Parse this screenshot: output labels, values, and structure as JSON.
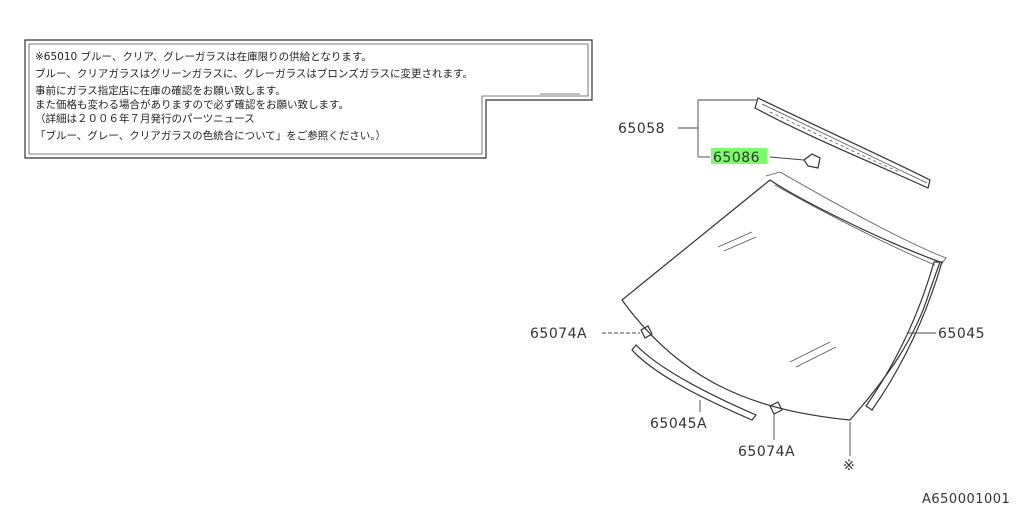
{
  "note": {
    "lines": [
      "※65010 ブルー、クリア、グレーガラスは在庫限りの供給となります。",
      "ブルー、クリアガラスはグリーンガラスに、グレーガラスはブロンズガラスに変更されます。",
      "事前にガラス指定店に在庫の確認をお願い致します。",
      "また価格も変わる場合がありますので必ず確認をお願い致します。",
      "（詳細は２００６年７月発行のパーツニュース",
      "「ブルー、グレー、クリアガラスの色統合について」をご参照ください。）"
    ]
  },
  "labels": {
    "p65058": "65058",
    "p65086": "65086",
    "p65074a_left": "65074A",
    "p65045": "65045",
    "p65045a": "65045A",
    "p65074a_bottom": "65074A",
    "asterisk": "※"
  },
  "highlight_color": "#7CFC6A",
  "diagram_id": "A650001001"
}
